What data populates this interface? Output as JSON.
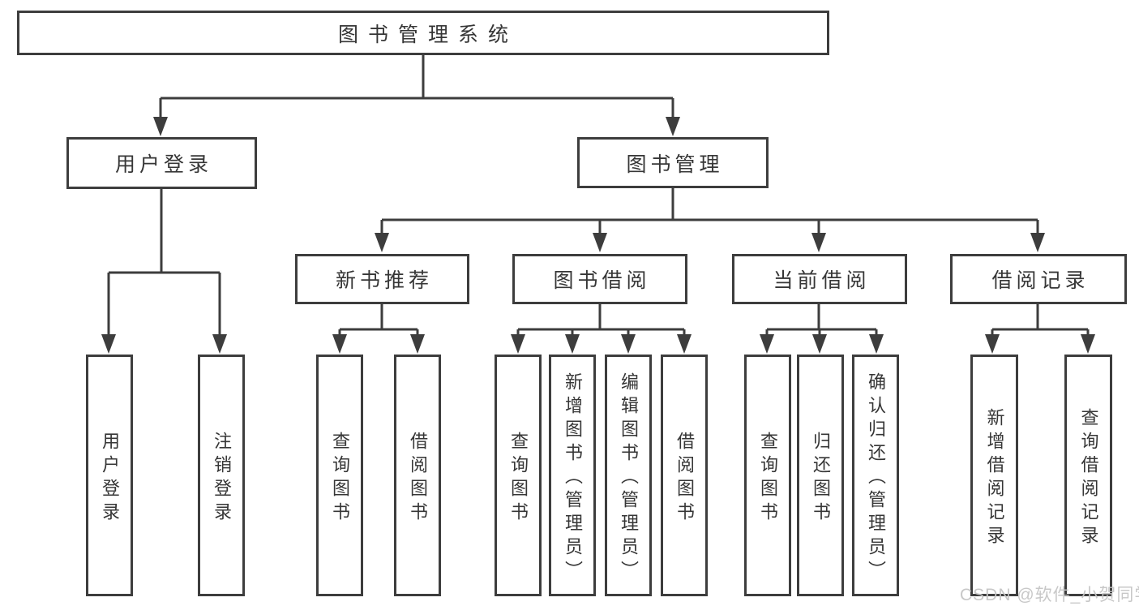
{
  "tree": {
    "root": {
      "label": "图书管理系统"
    },
    "branches": [
      {
        "label": "用户登录",
        "children": [
          {
            "label": "用户登录"
          },
          {
            "label": "注销登录"
          }
        ]
      },
      {
        "label": "图书管理",
        "sections": [
          {
            "label": "新书推荐",
            "children": [
              {
                "label": "查询图书"
              },
              {
                "label": "借阅图书"
              }
            ]
          },
          {
            "label": "图书借阅",
            "children": [
              {
                "label": "查询图书"
              },
              {
                "label": "新增图书（管理员）"
              },
              {
                "label": "编辑图书（管理员）"
              },
              {
                "label": "借阅图书"
              }
            ]
          },
          {
            "label": "当前借阅",
            "children": [
              {
                "label": "查询图书"
              },
              {
                "label": "归还图书"
              },
              {
                "label": "确认归还（管理员）"
              }
            ]
          },
          {
            "label": "借阅记录",
            "children": [
              {
                "label": "新增借阅记录"
              },
              {
                "label": "查询借阅记录"
              }
            ]
          }
        ]
      }
    ]
  },
  "watermark": {
    "text": "CSDN @软件_小贺同学"
  },
  "colors": {
    "line": "#3d3d3d",
    "box_border": "#3d3d3d",
    "text": "#363636",
    "watermark": "#c5c5c5",
    "background": "#ffffff"
  }
}
